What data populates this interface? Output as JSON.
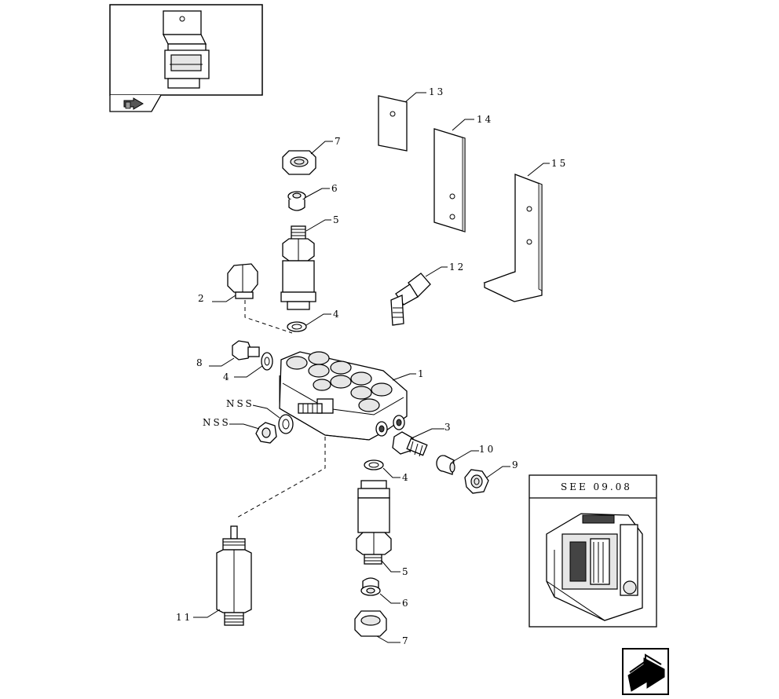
{
  "callouts": {
    "c1": "1",
    "c2": "2",
    "c3": "3",
    "c4a": "4",
    "c4b": "4",
    "c4c": "4",
    "c5a": "5",
    "c5b": "5",
    "c6a": "6",
    "c6b": "6",
    "c7a": "7",
    "c7b": "7",
    "c8": "8",
    "c9": "9",
    "c10": "10",
    "c11": "11",
    "c12": "12",
    "c13": "13",
    "c14": "14",
    "c15": "15",
    "nss_a": "NSS",
    "nss_b": "NSS"
  },
  "see_ref": "SEE 09.08",
  "icons": {
    "location_thumbnail": "parts-location-thumbnail-icon",
    "nav_arrow": "navigation-arrow-icon",
    "next_page": "next-page-arrow-icon"
  }
}
